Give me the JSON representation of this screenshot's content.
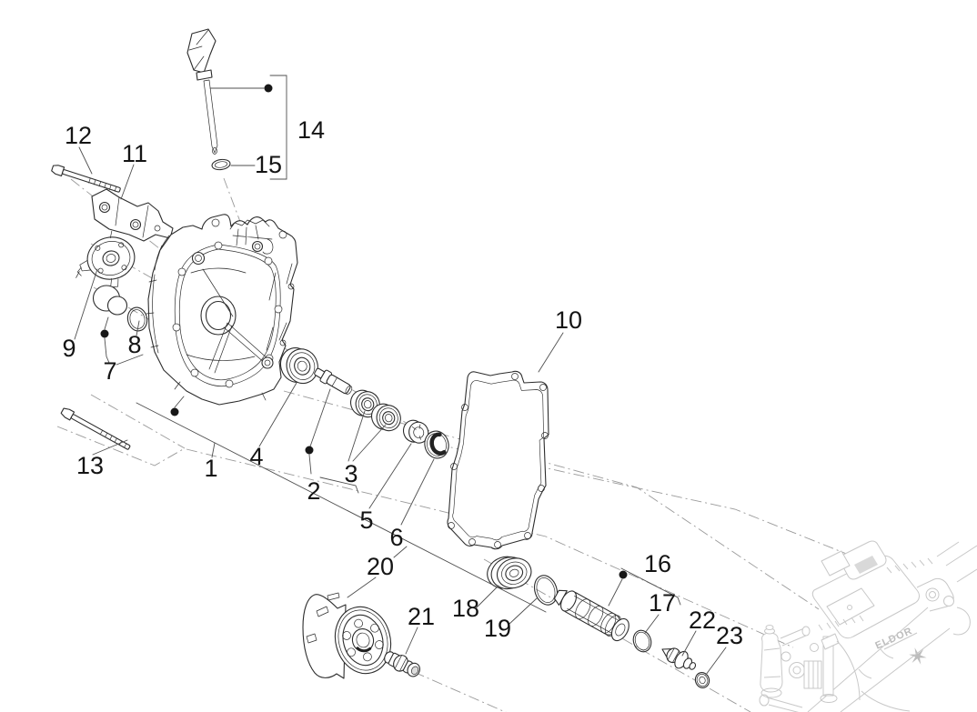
{
  "diagram": {
    "kind": "exploded-parts-diagram",
    "colors": {
      "background": "#ffffff",
      "line": "#2d2d2d",
      "leader": "#4f4f4f",
      "axis": "#9a9a9a",
      "ghost": "#c8c8c8",
      "label": "#141414"
    }
  },
  "parts": [
    {
      "label": "1"
    },
    {
      "label": "2"
    },
    {
      "label": "3"
    },
    {
      "label": "4"
    },
    {
      "label": "5"
    },
    {
      "label": "6"
    },
    {
      "label": "7"
    },
    {
      "label": "8"
    },
    {
      "label": "9"
    },
    {
      "label": "10"
    },
    {
      "label": "11"
    },
    {
      "label": "12"
    },
    {
      "label": "13"
    },
    {
      "label": "14"
    },
    {
      "label": "15"
    },
    {
      "label": "16"
    },
    {
      "label": "17"
    },
    {
      "label": "18"
    },
    {
      "label": "19"
    },
    {
      "label": "20"
    },
    {
      "label": "21"
    },
    {
      "label": "22"
    },
    {
      "label": "23"
    }
  ],
  "engine": {
    "logo": "ELDOR",
    "star": "✶"
  }
}
